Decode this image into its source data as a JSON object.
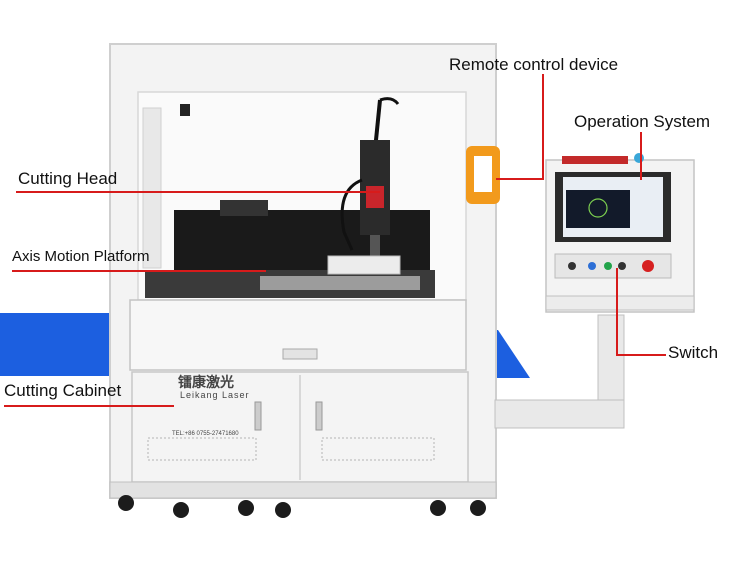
{
  "labels": {
    "remote_control": "Remote control device",
    "operation_system": "Operation System",
    "cutting_head": "Cutting Head",
    "axis_motion": "Axis Motion Platform",
    "cutting_cabinet": "Cutting Cabinet",
    "switch": "Switch"
  },
  "branding": {
    "logo_cn": "镭康激光",
    "logo_en": "Leikang Laser",
    "phone": "TEL:+86 0755-27471680"
  },
  "colors": {
    "callout_line": "#d71b1b",
    "accent_blue": "#1c5fe0",
    "machine_body": "#f2f2f2",
    "remote_orange": "#f29a1c"
  }
}
